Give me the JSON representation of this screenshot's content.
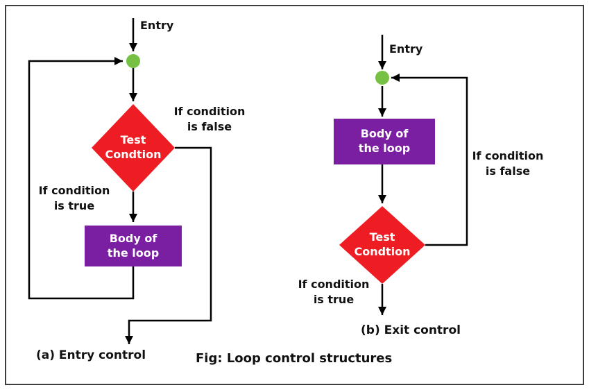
{
  "caption": "Fig: Loop control structures",
  "colors": {
    "diamond_red": "#ee1c23",
    "body_purple": "#7b1fa2",
    "connector_green": "#76c043",
    "frame": "#3d3d3d",
    "text": "#111111"
  },
  "diagram_a": {
    "entry_label": "Entry",
    "condition_label": "Test\nCondtion",
    "body_label": "Body of\nthe loop",
    "false_label": "If condition\nis false",
    "true_label": "If condition\nis true",
    "caption": "(a) Entry control"
  },
  "diagram_b": {
    "entry_label": "Entry",
    "condition_label": "Test\nCondtion",
    "body_label": "Body of\nthe loop",
    "false_label": "If condition\nis false",
    "true_label": "If condition\nis true",
    "caption": "(b) Exit control"
  }
}
